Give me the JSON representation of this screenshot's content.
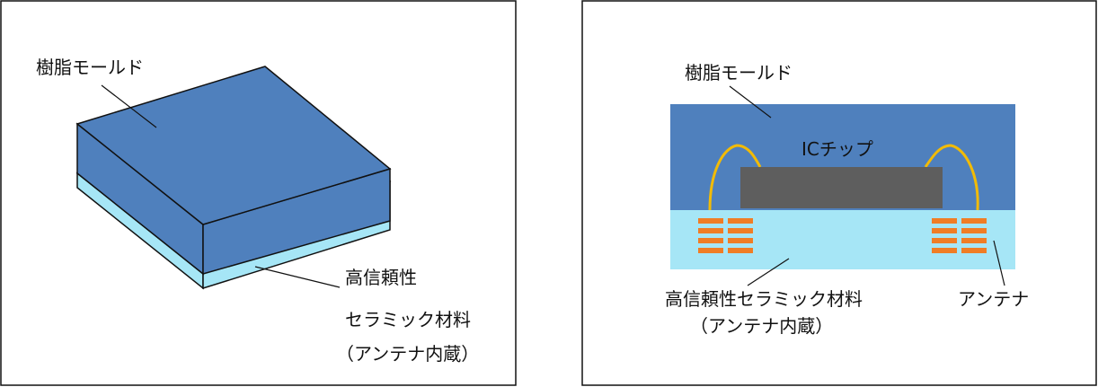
{
  "colors": {
    "resin": "#4f80bd",
    "ceramic": "#a6e6f6",
    "chip": "#5e5e5e",
    "wire": "#f2bb06",
    "antenna": "#f07d25",
    "frame": "#111111"
  },
  "left_panel": {
    "resin_label": "樹脂モールド",
    "ceramic_label_line1": "高信頼性",
    "ceramic_label_line2": "セラミック材料",
    "ceramic_label_line3": "（アンテナ内蔵）"
  },
  "right_panel": {
    "resin_label": "樹脂モールド",
    "chip_label": "ICチップ",
    "ceramic_label_line1": "高信頼性セラミック材料",
    "ceramic_label_line2": "（アンテナ内蔵）",
    "antenna_label": "アンテナ"
  }
}
